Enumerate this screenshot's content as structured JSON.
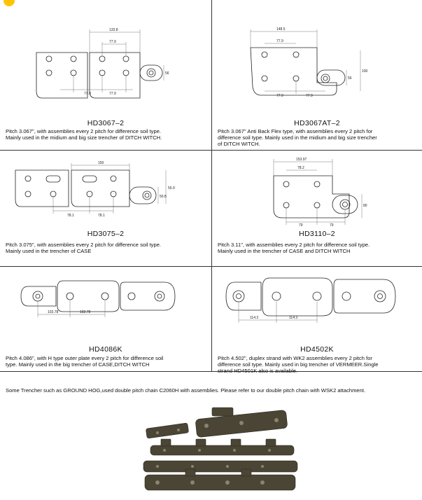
{
  "products": [
    {
      "code": "HD3067–2",
      "description": "Pitch 3.067\", with assemblies every 2 pitch for difference soil type.\nMainly used in the midium and big size trencher of DITCH WITCH.",
      "dims": [
        "133.8",
        "77.9",
        "77.9",
        "77.9",
        "56"
      ]
    },
    {
      "code": "HD3067AT–2",
      "description": "Pitch 3.067\" Anti Back Flex type, with assemblies every 2 pitch for\ndifference soil type. Mainly used in the midium and big size trencher\nof DITCH WITCH.",
      "dims": [
        "148.5",
        "77.9",
        "100",
        "56",
        "77.9",
        "77.9"
      ]
    },
    {
      "code": "HD3075–2",
      "description": "Pitch 3.075\", with assemblies every 2 pitch for difference soil type.\nMainly used in the  trencher of CASE",
      "dims": [
        "150",
        "55.9",
        "50.8",
        "78.1",
        "78.1"
      ]
    },
    {
      "code": "HD3110–2",
      "description": "Pitch 3.11\", with assemblies every 2 pitch for difference soil type.\nMainly used in the  trencher of CASE and DITCH WITCH",
      "dims": [
        "153.97",
        "78.2",
        "80",
        "79",
        "79"
      ]
    },
    {
      "code": "HD4086K",
      "description": "Pitch 4.086\", with H type outer plate every 2 pitch for difference soil\ntype. Mainly used in the big trencher of CASE,DITCH WITCH",
      "dims": [
        "103.78",
        "103.78"
      ]
    },
    {
      "code": "HD4502K",
      "description": "Pitch 4.502\", duplex strand with WK2 assemblies every 2 pitch for\ndifference soil type. Mainly used in big trencher of VERMEER.Single\nstrand HD4501K also is available.",
      "dims": [
        "114.3",
        "114.3"
      ]
    }
  ],
  "note": "Some Trencher such as GROUND HOG,used double pitch chain C2060H with assemblies. Please refer to our double pitch chain with WSK2 attachment.",
  "colors": {
    "accent": "#ffc400",
    "chain": "#4a4535"
  }
}
